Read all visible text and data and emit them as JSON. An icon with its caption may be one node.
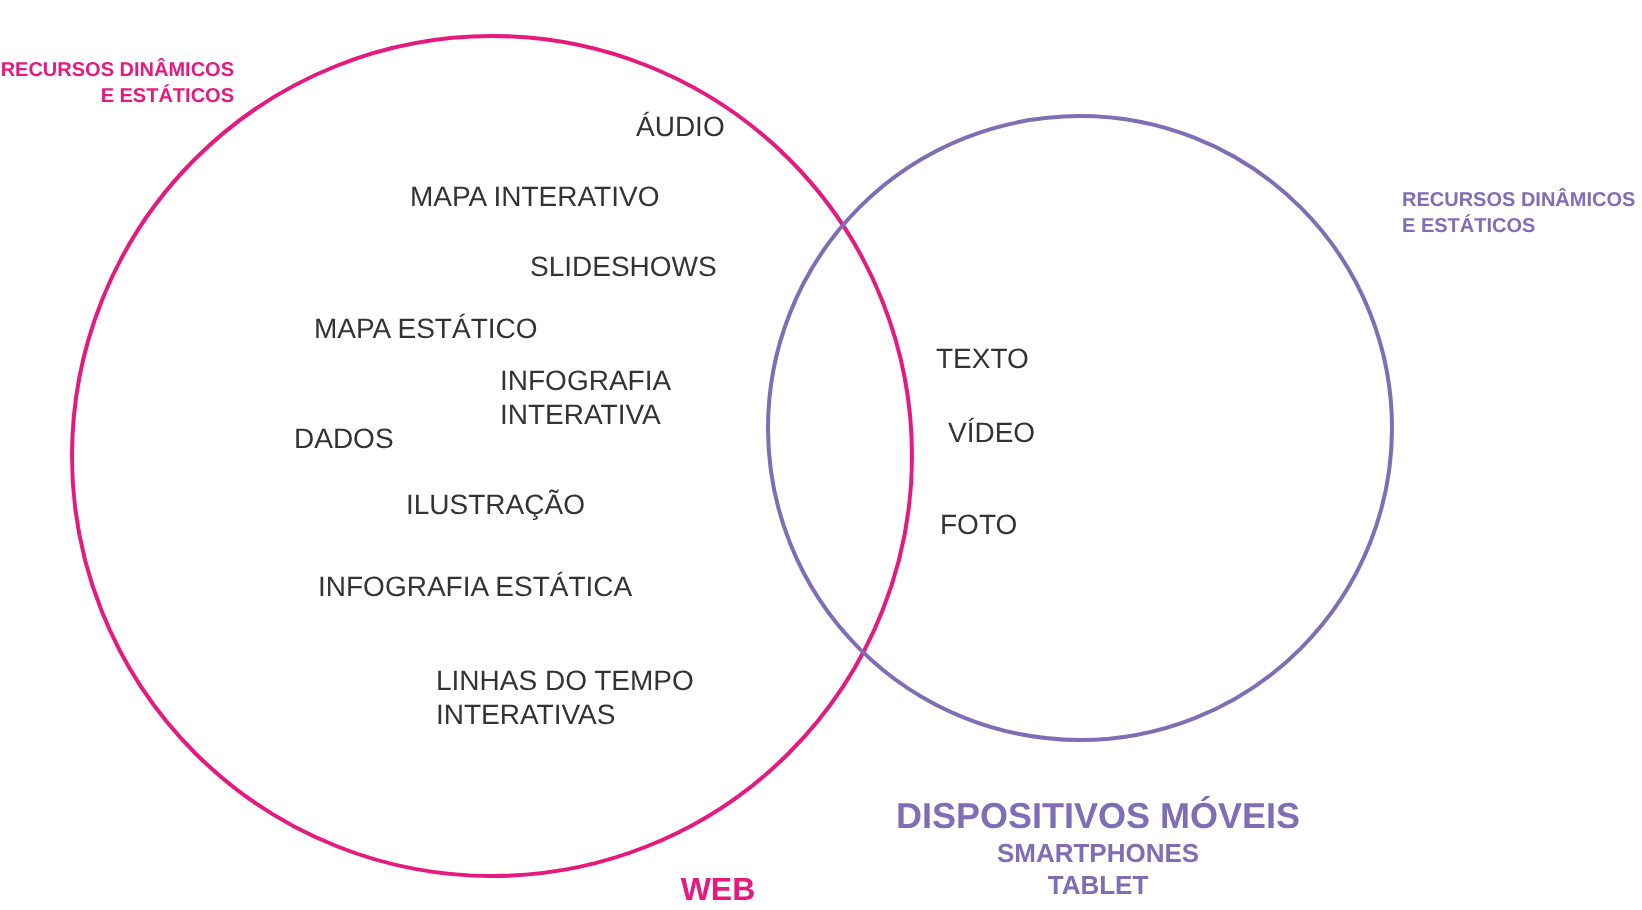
{
  "diagram": {
    "nodes": [
      {
        "text": [
          "RECURSOS DINÂMICOS E ESTÁTICOS",
          "WEB"
        ]
      },
      {
        "text": [
          "RECURSOS DINÂMICOS E ESTÁTICOS",
          "DISPOSITIVOS MÓVEIS",
          "SMARTPHONES",
          "TABLET"
        ]
      }
    ],
    "labels": [
      "ÁUDIO",
      "MAPA INTERATIVO",
      "SLIDESHOWS",
      "MAPA ESTÁTICO",
      "INFOGRAFIA INTERATIVA",
      "DADOS",
      "ILUSTRAÇÃO",
      "INFOGRAFIA ESTÁTICA",
      "LINHAS DO TEMPO INTERATIVAS",
      "TEXTO",
      "VÍDEO",
      "FOTO"
    ]
  }
}
